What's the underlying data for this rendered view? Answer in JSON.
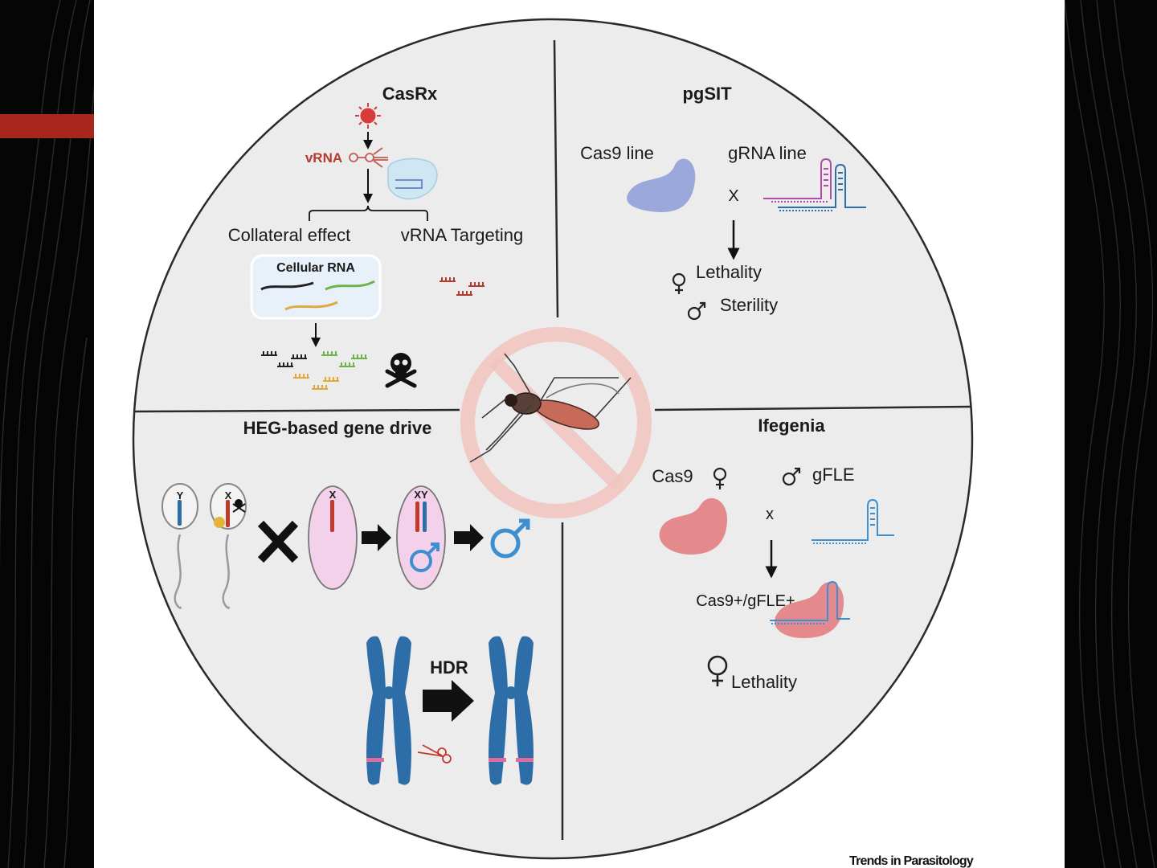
{
  "quadrants": {
    "casrx": {
      "title": "CasRx",
      "vrna_label": "vRNA",
      "collateral_label": "Collateral effect",
      "targeting_label": "vRNA Targeting",
      "cellular_rna_label": "Cellular RNA"
    },
    "pgsit": {
      "title": "pgSIT",
      "cas9_line_label": "Cas9 line",
      "grna_line_label": "gRNA line",
      "cross_label": "X",
      "female_outcome": "Lethality",
      "male_outcome": "Sterility"
    },
    "heg": {
      "title": "HEG-based gene drive",
      "sperm_y_label": "Y",
      "sperm_x_label": "X",
      "egg_label": "X",
      "zygote_label": "XY",
      "hdr_label": "HDR"
    },
    "ifegenia": {
      "title": "Ifegenia",
      "cas9_label": "Cas9",
      "gfle_label": "gFLE",
      "cross_label": "x",
      "progeny_label": "Cas9+/gFLE+",
      "outcome_label": "Lethality"
    }
  },
  "credit": "Trends in Parasitology",
  "colors": {
    "circle_fill": "#ececec",
    "no_sign": "#f2c4c0",
    "cas9_pgsit": "#9aa8dc",
    "cas9_ifegenia": "#e58a8c",
    "chromosome": "#2e6ea8",
    "virus": "#d93b3b",
    "male_symbol": "#3d8fd0",
    "accent_red": "#b53a2e"
  }
}
